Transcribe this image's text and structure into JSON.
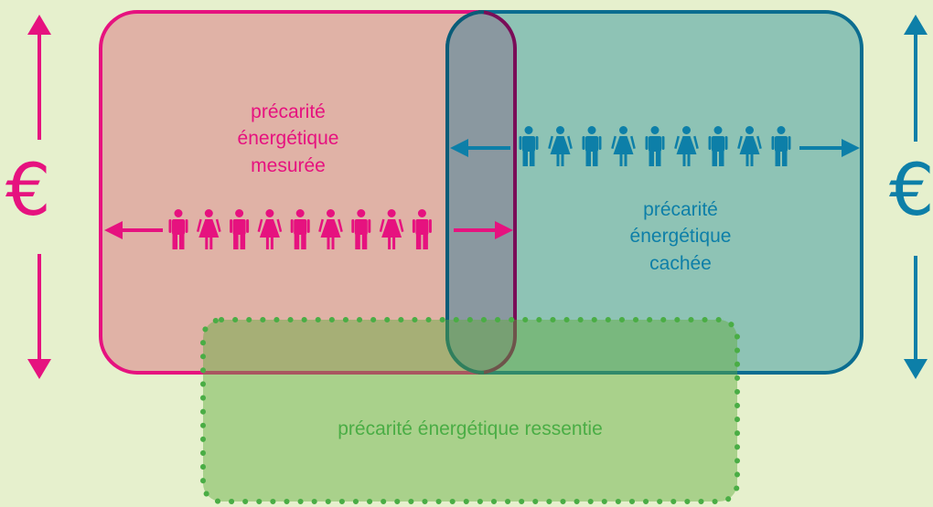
{
  "colors": {
    "background": "#e6f0cd",
    "measured": "#e6127f",
    "hidden": "#0d7fa8",
    "felt": "#4aad45"
  },
  "labels": {
    "measured": [
      "précarité",
      "énergétique",
      "mesurée"
    ],
    "hidden": [
      "précarité",
      "énergétique",
      "cachée"
    ],
    "felt": "précarité énergétique ressentie"
  },
  "currency_symbol": "€",
  "people": {
    "measured": [
      "man",
      "woman",
      "man",
      "woman",
      "man",
      "woman",
      "man",
      "woman",
      "man"
    ],
    "hidden": [
      "man",
      "woman",
      "man",
      "woman",
      "man",
      "woman",
      "man",
      "woman",
      "man"
    ]
  },
  "icons": {
    "arrow_horizontal": "arrow-left-right-icon",
    "arrow_vertical": "arrow-up-down-icon",
    "person_man": "man-icon",
    "person_woman": "woman-icon"
  }
}
